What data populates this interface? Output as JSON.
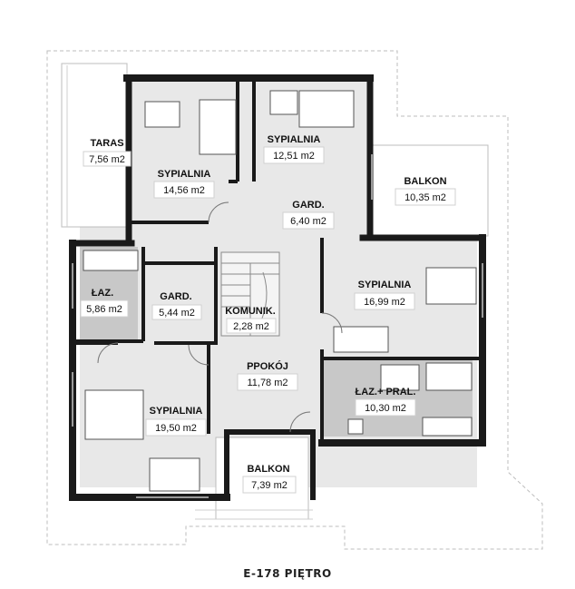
{
  "title": "E-178 PIĘTRO",
  "rooms": [
    {
      "name": "TARAS",
      "area": "7,56 m2"
    },
    {
      "name": "SYPIALNIA",
      "area": "14,56 m2"
    },
    {
      "name": "SYPIALNIA",
      "area": "12,51 m2"
    },
    {
      "name": "BALKON",
      "area": "10,35 m2"
    },
    {
      "name": "GARD.",
      "area": "6,40 m2"
    },
    {
      "name": "ŁAZ.",
      "area": "5,86 m2"
    },
    {
      "name": "GARD.",
      "area": "5,44 m2"
    },
    {
      "name": "KOMUNIK.",
      "area": "2,28 m2"
    },
    {
      "name": "SYPIALNIA",
      "area": "16,99 m2"
    },
    {
      "name": "PPOKÓJ",
      "area": "11,78 m2"
    },
    {
      "name": "ŁAZ.+ PRAL.",
      "area": "10,30 m2"
    },
    {
      "name": "SYPIALNIA",
      "area": "19,50 m2"
    },
    {
      "name": "BALKON",
      "area": "7,39 m2"
    }
  ],
  "colors": {
    "wall": "#1a1a1a",
    "floor": "#e8e8e8",
    "bath": "#c4c4c4",
    "outline": "#bdbdbd"
  }
}
